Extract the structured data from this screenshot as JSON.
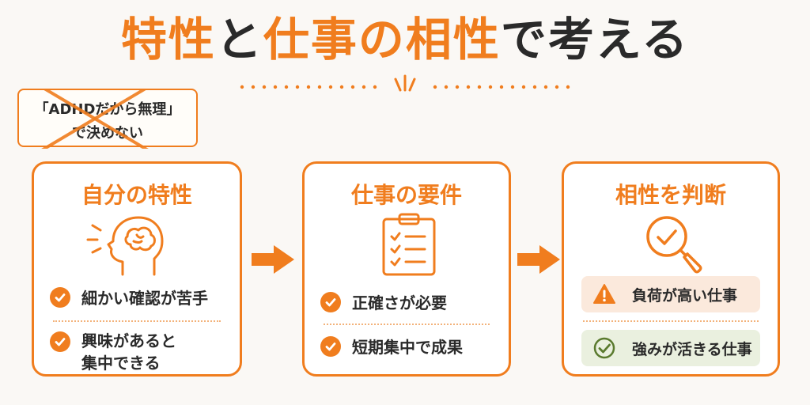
{
  "title": {
    "part1": "特性",
    "part2": "と",
    "part3": "仕事の相性",
    "part4": "で考える"
  },
  "note": {
    "line1": "「ADHDだから無理」",
    "line2": "で決めない"
  },
  "cards": [
    {
      "title": "自分の特性",
      "icon": "head-brain-icon",
      "items": [
        "細かい確認が苦手",
        "興味があると",
        "集中できる"
      ]
    },
    {
      "title": "仕事の要件",
      "icon": "clipboard-checklist-icon",
      "items": [
        "正確さが必要",
        "短期集中で成果"
      ]
    },
    {
      "title": "相性を判断",
      "icon": "magnifier-check-icon",
      "items": [
        {
          "text": "負荷が高い仕事",
          "icon": "warning-icon",
          "color": "#fbe9dc"
        },
        {
          "text": "強みが活きる仕事",
          "icon": "check-circle-icon",
          "color": "#eaf0df"
        }
      ]
    }
  ],
  "colors": {
    "accent": "#f07d1e",
    "text": "#2a2a2a",
    "good": "#5a7a2e"
  }
}
